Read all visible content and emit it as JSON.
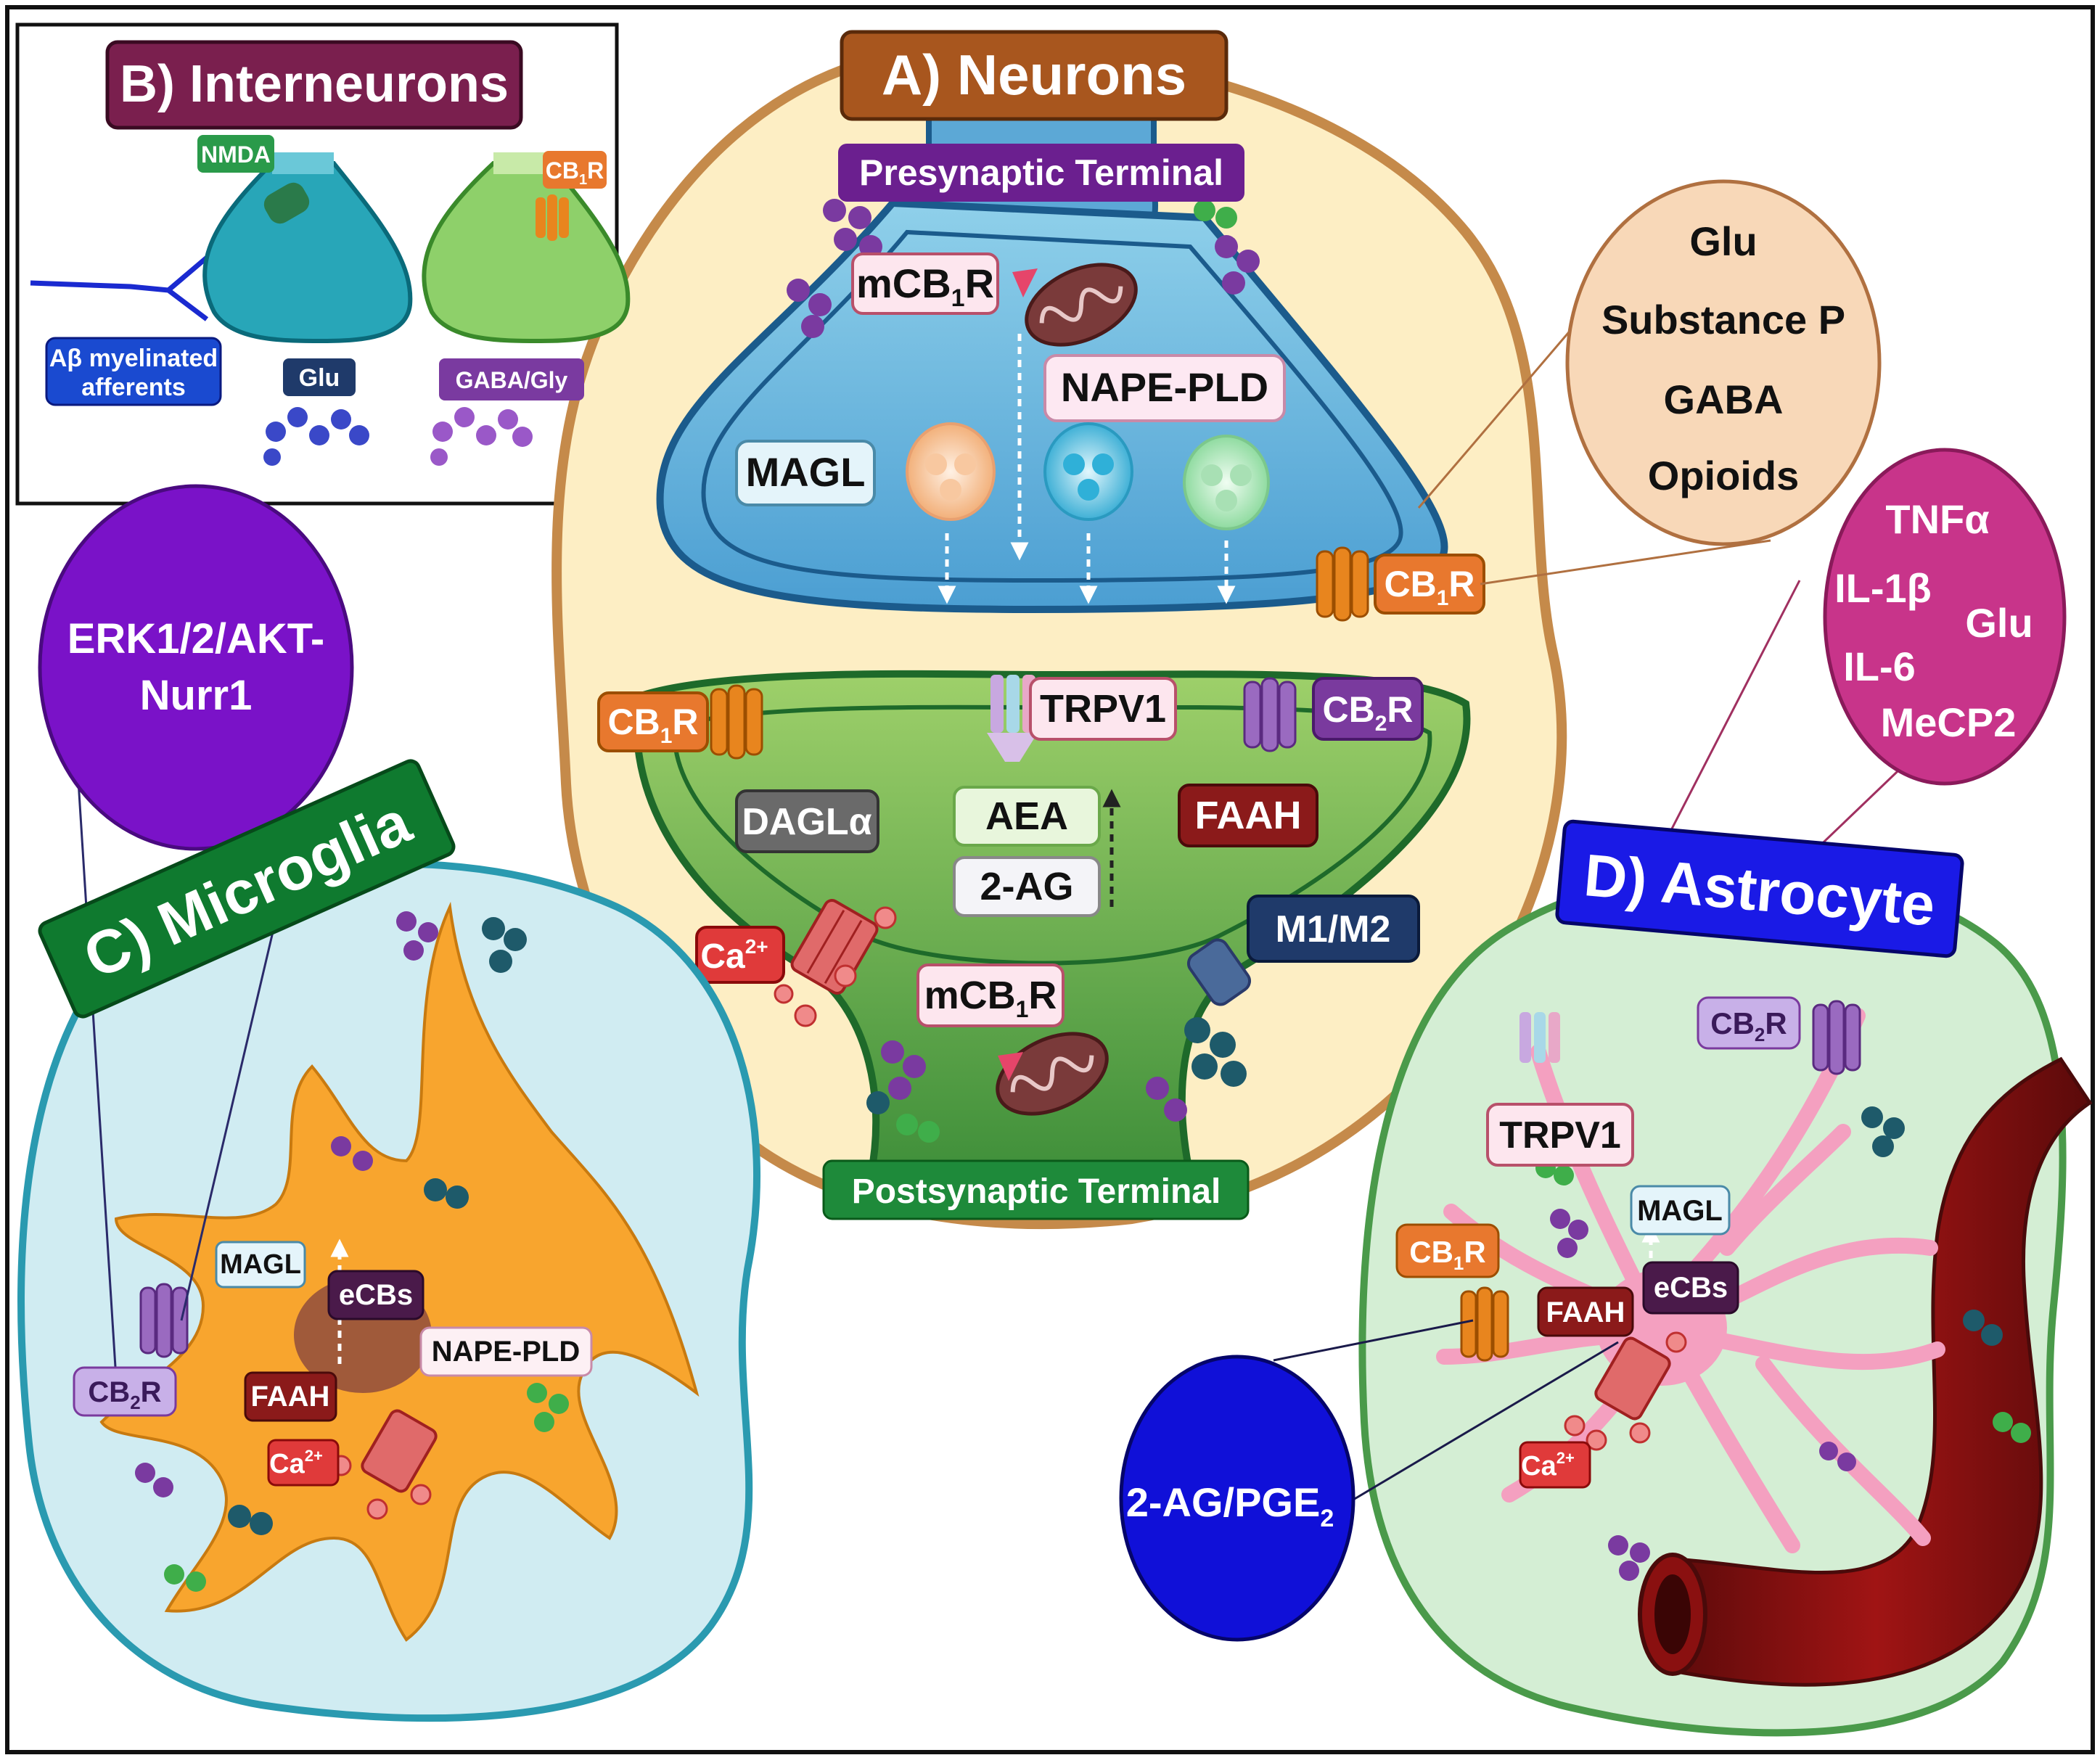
{
  "panels": {
    "neurons": "A) Neurons",
    "interneurons": "B) Interneurons",
    "microglia": "C) Microglia",
    "astrocyte": "D) Astrocyte"
  },
  "neurons": {
    "presynaptic_terminal": "Presynaptic Terminal",
    "postsynaptic_terminal": "Postsynaptic Terminal",
    "mcb1r_pre": [
      "mCB",
      "1",
      "R"
    ],
    "nape_pld": "NAPE-PLD",
    "magl": "MAGL",
    "cb1r_pre": [
      "CB",
      "1",
      "R"
    ],
    "cb1r_post": [
      "CB",
      "1",
      "R"
    ],
    "trpv1": "TRPV1",
    "cb2r": [
      "CB",
      "2",
      "R"
    ],
    "dagla": "DAGLα",
    "aea": "AEA",
    "two_ag": "2-AG",
    "faah": "FAAH",
    "m1m2": "M1/M2",
    "ca": [
      "Ca",
      "2+"
    ],
    "mcb1r_post": [
      "mCB",
      "1",
      "R"
    ]
  },
  "interneurons": {
    "nmda": "NMDA",
    "cb1r": [
      "CB",
      "1",
      "R"
    ],
    "ab_afferents_line1": "Aβ myelinated",
    "ab_afferents_line2": "afferents",
    "glu": "Glu",
    "gaba_gly": "GABA/Gly"
  },
  "release_bubble": {
    "items": [
      "Glu",
      "Substance P",
      "GABA",
      "Opioids"
    ]
  },
  "cytokine_bubble": {
    "tnfa": "TNFα",
    "il1b": "IL-1β",
    "glu": "Glu",
    "il6": "IL-6",
    "mecp2": "MeCP2"
  },
  "microglia": {
    "pathway_line1": "ERK1/2/AKT-",
    "pathway_line2": "Nurr1",
    "magl": "MAGL",
    "ecbs": "eCBs",
    "nape_pld": "NAPE-PLD",
    "cb2r": [
      "CB",
      "2",
      "R"
    ],
    "faah": "FAAH",
    "ca": [
      "Ca",
      "2+"
    ]
  },
  "astrocyte": {
    "cb2r": [
      "CB",
      "2",
      "R"
    ],
    "trpv1": "TRPV1",
    "magl": "MAGL",
    "cb1r": [
      "CB",
      "1",
      "R"
    ],
    "faah": "FAAH",
    "ecbs": "eCBs",
    "ca": [
      "Ca",
      "2+"
    ],
    "mediator": [
      "2-AG/PGE",
      "2"
    ]
  },
  "colors": {
    "neuron_panel": "#b86a22",
    "interneuron_panel": "#7a1f4e",
    "microglia_panel": "#0f7a2f",
    "astrocyte_panel": "#1a1ae6",
    "presynaptic_label": "#6b1f8f",
    "postsynaptic_label": "#1e8a3a",
    "cb1r": "#e8782e",
    "cb2r": "#7a3a9e",
    "faah": "#8b1a1a",
    "ca": "#e03a3a"
  },
  "icons": [
    "mitochondrion-icon",
    "vesicle-icon",
    "receptor-icon",
    "ion-channel-icon",
    "blood-vessel-icon"
  ]
}
